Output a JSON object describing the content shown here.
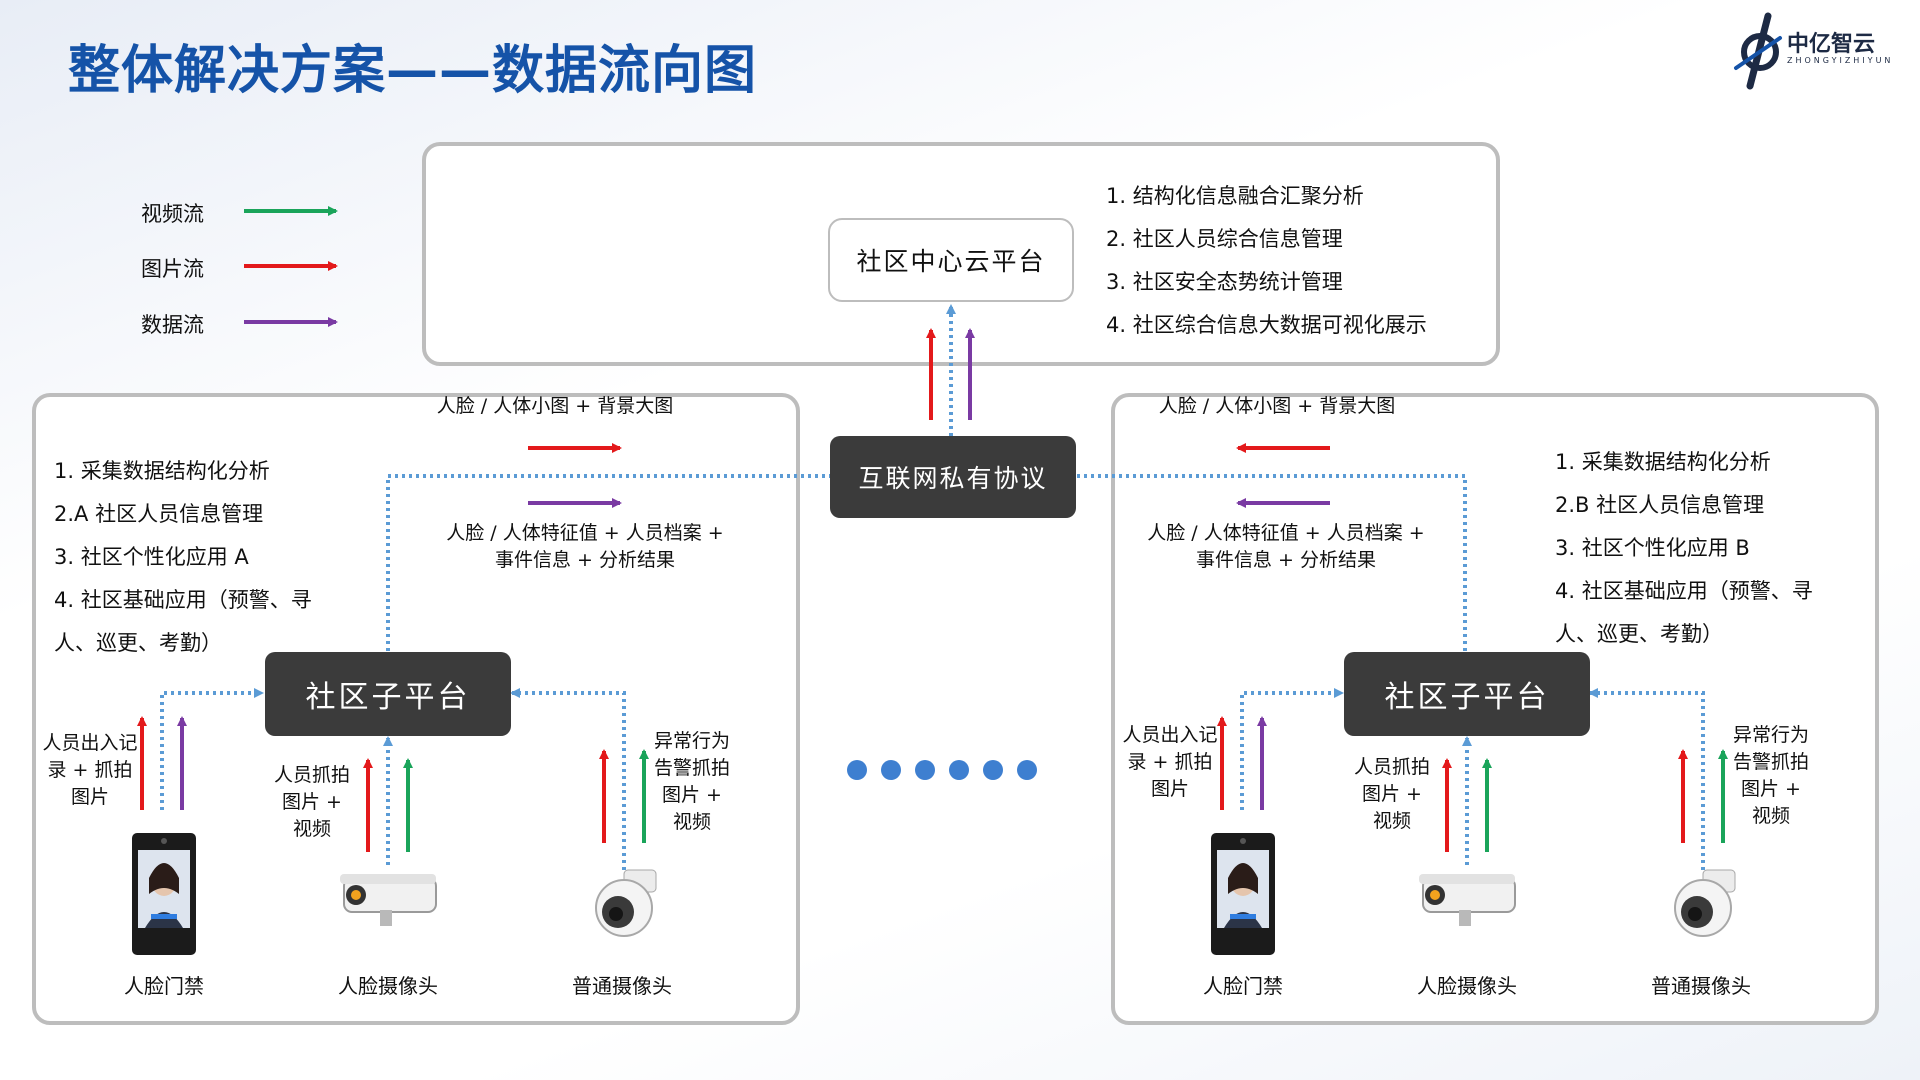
{
  "title": "整体解决方案——数据流向图",
  "logo": {
    "cn": "中亿智云",
    "en": "ZHONGYIZHIYUN"
  },
  "legend": [
    {
      "label": "视频流",
      "color": "#1aa45a"
    },
    {
      "label": "图片流",
      "color": "#e3191b"
    },
    {
      "label": "数据流",
      "color": "#7a3aa3"
    }
  ],
  "colors": {
    "video": "#1aa45a",
    "image": "#e3191b",
    "data": "#7a3aa3",
    "link": "#5b9bd5",
    "title": "#1553a8"
  },
  "cloud": {
    "label": "社区中心云平台",
    "items": [
      "1.  结构化信息融合汇聚分析",
      "2. 社区人员综合信息管理",
      "3. 社区安全态势统计管理",
      "4. 社区综合信息大数据可视化展示"
    ]
  },
  "protocol": {
    "label": "互联网私有协议"
  },
  "left": {
    "subplatform": "社区子平台",
    "items": [
      "1. 采集数据结构化分析",
      "2.A 社区人员信息管理",
      "3. 社区个性化应用 A",
      "4. 社区基础应用（预警、寻",
      "人、巡更、考勤）"
    ],
    "upload_top": "人脸 / 人体小图 + 背景大图",
    "upload_bottom": "人脸 / 人体特征值 + 人员档案 + 事件信息 + 分析结果",
    "access_flow": "人员出入记录 + 抓拍图片",
    "face_flow": "人员抓拍图片 + 视频",
    "normal_flow": "异常行为告警抓拍图片 + 视频",
    "devices": [
      "人脸门禁",
      "人脸摄像头",
      "普通摄像头"
    ]
  },
  "right": {
    "subplatform": "社区子平台",
    "items": [
      "1. 采集数据结构化分析",
      "2.B 社区人员信息管理",
      "3. 社区个性化应用 B",
      "4. 社区基础应用（预警、寻",
      "人、巡更、考勤）"
    ],
    "upload_top": "人脸 / 人体小图 + 背景大图",
    "upload_bottom": "人脸 / 人体特征值 + 人员档案 + 事件信息 + 分析结果",
    "access_flow": "人员出入记录 + 抓拍图片",
    "face_flow": "人员抓拍图片 + 视频",
    "normal_flow": "异常行为告警抓拍图片 + 视频",
    "devices": [
      "人脸门禁",
      "人脸摄像头",
      "普通摄像头"
    ]
  }
}
